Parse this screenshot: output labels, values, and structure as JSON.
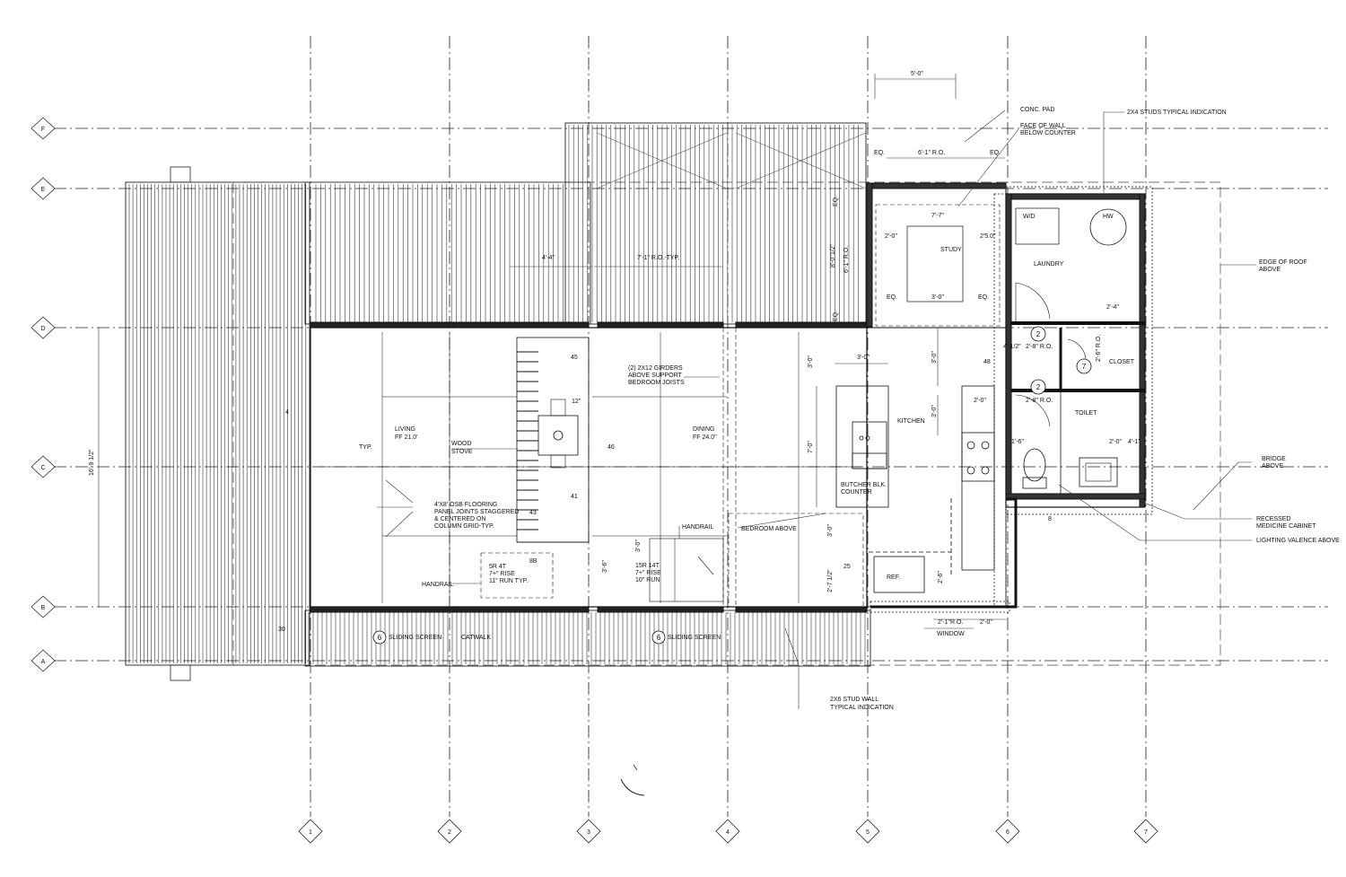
{
  "grid": {
    "columns": [
      "1",
      "2",
      "3",
      "4",
      "5",
      "6",
      "7"
    ],
    "rows": [
      "F",
      "E",
      "D",
      "C",
      "B",
      "A"
    ]
  },
  "rooms": {
    "living": "LIVING",
    "living_ff": "FF 21.0'",
    "dining": "DINING",
    "dining_ff": "FF 24.0''",
    "kitchen": "KITCHEN",
    "study": "STUDY",
    "laundry": "LAUNDRY",
    "toilet": "TOILET",
    "closet": "CLOSET",
    "ref": "REF.",
    "wd": "W/D",
    "hw": "HW",
    "catwalk": "CATWALK",
    "typ": "TYP.",
    "wood_stove_1": "WOOD",
    "wood_stove_2": "STOVE"
  },
  "notes": {
    "conc_pad": "CONC. PAD",
    "face_of_wall_1": "FACE OF WALL",
    "face_of_wall_2": "BELOW COUNTER",
    "studs_2x4": "2X4 STUDS TYPICAL INDICATION",
    "edge_roof_1": "EDGE OF ROOF",
    "edge_roof_2": "ABOVE",
    "bridge_1": "BRIDGE",
    "bridge_2": "ABOVE",
    "recessed_1": "RECESSED",
    "recessed_2": "MEDICINE CABINET",
    "lighting": "LIGHTING VALENCE ABOVE",
    "girders_1": "(2) 2X12 GIRDERS",
    "girders_2": "ABOVE SUPPORT",
    "girders_3": "BEDROOM JOISTS",
    "osb_1": "4'X8' OSB FLOORING",
    "osb_2": "PANEL JOINTS STAGGERED",
    "osb_3": "& CENTERED ON",
    "osb_4": "COLUMN GRID-TYP.",
    "handrail_1": "HANDRAIL",
    "handrail_2": "HANDRAIL",
    "bedroom_above": "BEDROOM ABOVE",
    "butcher_1": "BUTCHER BLK.",
    "butcher_2": "COUNTER",
    "stair1_1": "5R 4T",
    "stair1_2": "7+\" RISE",
    "stair1_3": "11\" RUN TYP.",
    "stair2_1": "15R 14T",
    "stair2_2": "7+\" RISE",
    "stair2_3": "10\" RUN",
    "sliding_1": "SLIDING SCREEN",
    "sliding_2": "SLIDING SCREEN",
    "stud_2x6_1": "2X6 STUD WALL",
    "stud_2x6_2": "TYPICAL INDICATION",
    "window": "WINDOW",
    "tag_6": "6",
    "tag_2": "2",
    "tag_7": "7"
  },
  "dims": {
    "d_5_0": "5'-0\"",
    "d_6_1_ro": "6'-1\" R.O.",
    "d_eq": "EQ.",
    "d_7_7": "7'-7\"",
    "d_2_0": "2'-0\"",
    "d_2_5": "2'5.0\"",
    "d_3_0": "3'-0\"",
    "d_4_4": "4'-4\"",
    "d_7_1_ro": "7'-1\" R.O.-TYP.",
    "d_8_0": "8'-0\"1/2\"",
    "d_6_1": "6'-1\" R.O.",
    "d_2_4": "2'-4\"",
    "d_4_1_2": "4'-1/2\"",
    "d_2_8_ro": "2'-8\" R.O.",
    "d_2_6_ro": "2'-6\" R.O.",
    "d_12": "12\"",
    "d_7_0": "7'-0\"",
    "d_16": "16'-9 1/2\"",
    "d_1_6": "1'-6\"",
    "d_2_0_b": "2'-0\"",
    "d_4_1": "4'-1\"",
    "d_2_7_1_2": "2'-7 1/2\"",
    "d_3_6": "3'-6\"",
    "d_3_0_b": "3'-0\"",
    "d_2_1_ro": "2'-1\"R.O.",
    "d_2_6": "2'-6\"",
    "n45": "45",
    "n46": "46",
    "n41": "41",
    "n43": "43",
    "n48": "48",
    "n25": "25",
    "n30": "30",
    "n4": "4",
    "n8b": "8B",
    "n8": "8"
  }
}
